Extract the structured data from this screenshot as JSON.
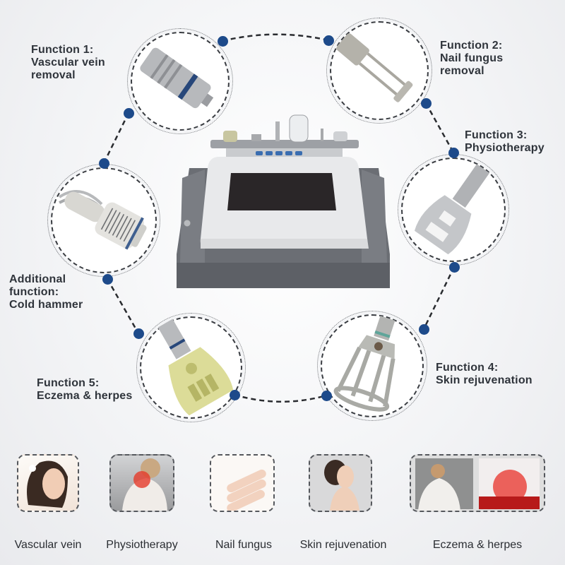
{
  "functions": {
    "f1": {
      "label": "Function 1:\nVascular vein\nremoval"
    },
    "f2": {
      "label": "Function 2:\nNail fungus\nremoval"
    },
    "f3": {
      "label": "Function 3:\nPhysiotherapy"
    },
    "f4": {
      "label": "Function 4:\nSkin rejuvenation"
    },
    "f5": {
      "label": "Function 5:\nEczema & herpes"
    },
    "additional": {
      "label": "Additional\nfunction:\nCold hammer"
    }
  },
  "thumbnails": [
    {
      "caption": "Vascular vein"
    },
    {
      "caption": "Physiotherapy"
    },
    {
      "caption": "Nail fungus"
    },
    {
      "caption": "Skin rejuvenation"
    },
    {
      "caption": "Eczema & herpes"
    }
  ],
  "colors": {
    "accent_dot": "#1d4a8a",
    "text": "#2f343b",
    "device_body": "#6b6e74",
    "device_panel": "#e8e9eb",
    "screen": "#2a2628"
  }
}
